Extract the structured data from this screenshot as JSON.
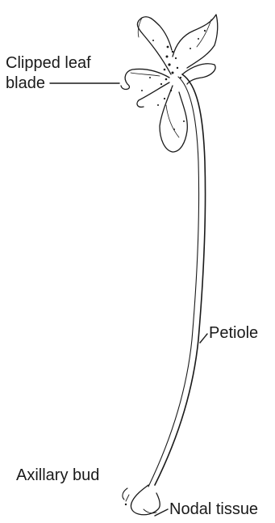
{
  "figure": {
    "labels": {
      "blade_line1": "Clipped leaf",
      "blade_line2": "blade",
      "petiole": "Petiole",
      "axillary_bud": "Axillary bud",
      "nodal_tissue": "Nodal tissue"
    },
    "ink_color": "#1a1a1a",
    "background": "#ffffff"
  }
}
